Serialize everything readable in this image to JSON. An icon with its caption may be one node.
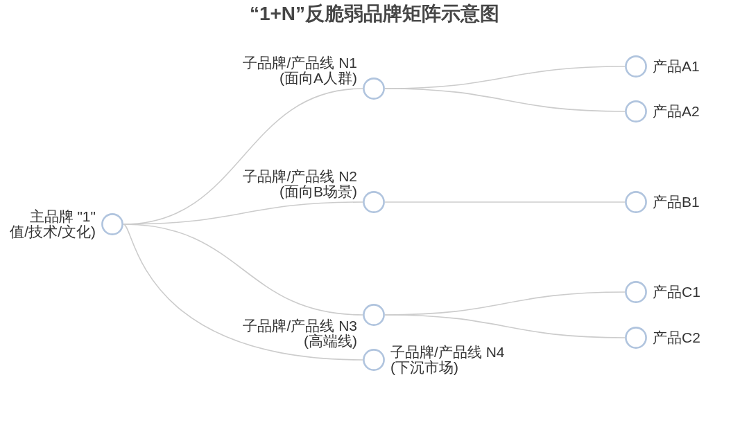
{
  "diagram": {
    "title": "“1+N”反脆弱品牌矩阵示意图",
    "nodes": [
      {
        "text": [],
        "shape": "circle",
        "beside": [
          "主品牌 \"1\" 值/技术/文化)"
        ]
      },
      {
        "text": [],
        "shape": "circle",
        "beside": [
          "子品牌/产品线 N1 (面向A人群)"
        ]
      },
      {
        "text": [],
        "shape": "circle",
        "beside": [
          "子品牌/产品线 N2 (面向B场景)"
        ]
      },
      {
        "text": [],
        "shape": "circle",
        "beside": [
          "子品牌/产品线 N3 (高端线)"
        ]
      },
      {
        "text": [],
        "shape": "circle",
        "beside": [
          "子品牌/产品线 N4 (下沉市场)"
        ]
      },
      {
        "text": [],
        "shape": "circle",
        "beside": [
          "产品A1"
        ]
      },
      {
        "text": [],
        "shape": "circle",
        "beside": [
          "产品A2"
        ]
      },
      {
        "text": [],
        "shape": "circle",
        "beside": [
          "产品B1"
        ]
      },
      {
        "text": [],
        "shape": "circle",
        "beside": [
          "产品C1"
        ]
      },
      {
        "text": [],
        "shape": "circle",
        "beside": [
          "产品C2"
        ]
      }
    ],
    "edges": [
      {
        "from": 0,
        "to": 1,
        "arrow": "none"
      },
      {
        "from": 0,
        "to": 2,
        "arrow": "none"
      },
      {
        "from": 0,
        "to": 3,
        "arrow": "none"
      },
      {
        "from": 0,
        "to": 4,
        "arrow": "none"
      },
      {
        "from": 1,
        "to": 5,
        "arrow": "none"
      },
      {
        "from": 1,
        "to": 6,
        "arrow": "none"
      },
      {
        "from": 2,
        "to": 7,
        "arrow": "none"
      },
      {
        "from": 3,
        "to": 8,
        "arrow": "none"
      },
      {
        "from": 3,
        "to": 9,
        "arrow": "none"
      }
    ]
  }
}
